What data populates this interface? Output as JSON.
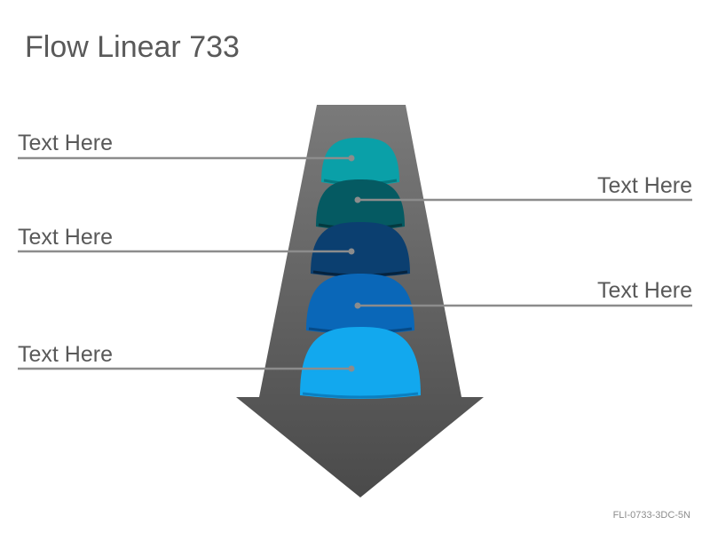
{
  "title": "Flow Linear 733",
  "labels": [
    {
      "text": "Text Here",
      "side": "left"
    },
    {
      "text": "Text Here",
      "side": "right"
    },
    {
      "text": "Text Here",
      "side": "left"
    },
    {
      "text": "Text Here",
      "side": "right"
    },
    {
      "text": "Text Here",
      "side": "left"
    }
  ],
  "domes": [
    {
      "color": "#0aa0a8",
      "dark": "#05797f"
    },
    {
      "color": "#055a62",
      "dark": "#033a40"
    },
    {
      "color": "#0b3f70",
      "dark": "#05233f"
    },
    {
      "color": "#0a67b8",
      "dark": "#064a87"
    },
    {
      "color": "#12a8ee",
      "dark": "#0b7fc0"
    }
  ],
  "colors": {
    "arrow_top": "#7a7a7a",
    "arrow_bottom": "#4a4a4a",
    "connector": "#8c8c8c",
    "text": "#595959"
  },
  "code": "FLI-0733-3DC-5N"
}
